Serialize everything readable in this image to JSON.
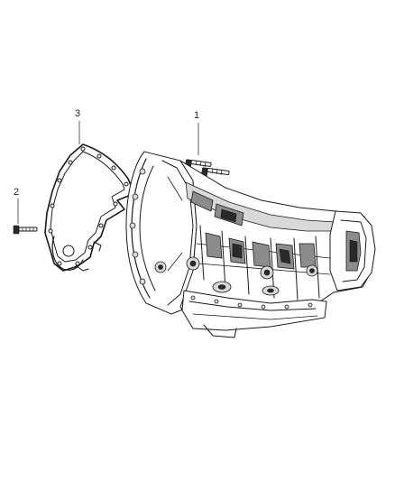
{
  "callouts": {
    "c1": "1",
    "c2": "2",
    "c3": "3"
  },
  "parts": [
    {
      "ref": "1",
      "part": "transmission-mounting-bolts"
    },
    {
      "ref": "2",
      "part": "cover-plate-bolt"
    },
    {
      "ref": "3",
      "part": "transmission-cover-plate-gasket"
    }
  ]
}
